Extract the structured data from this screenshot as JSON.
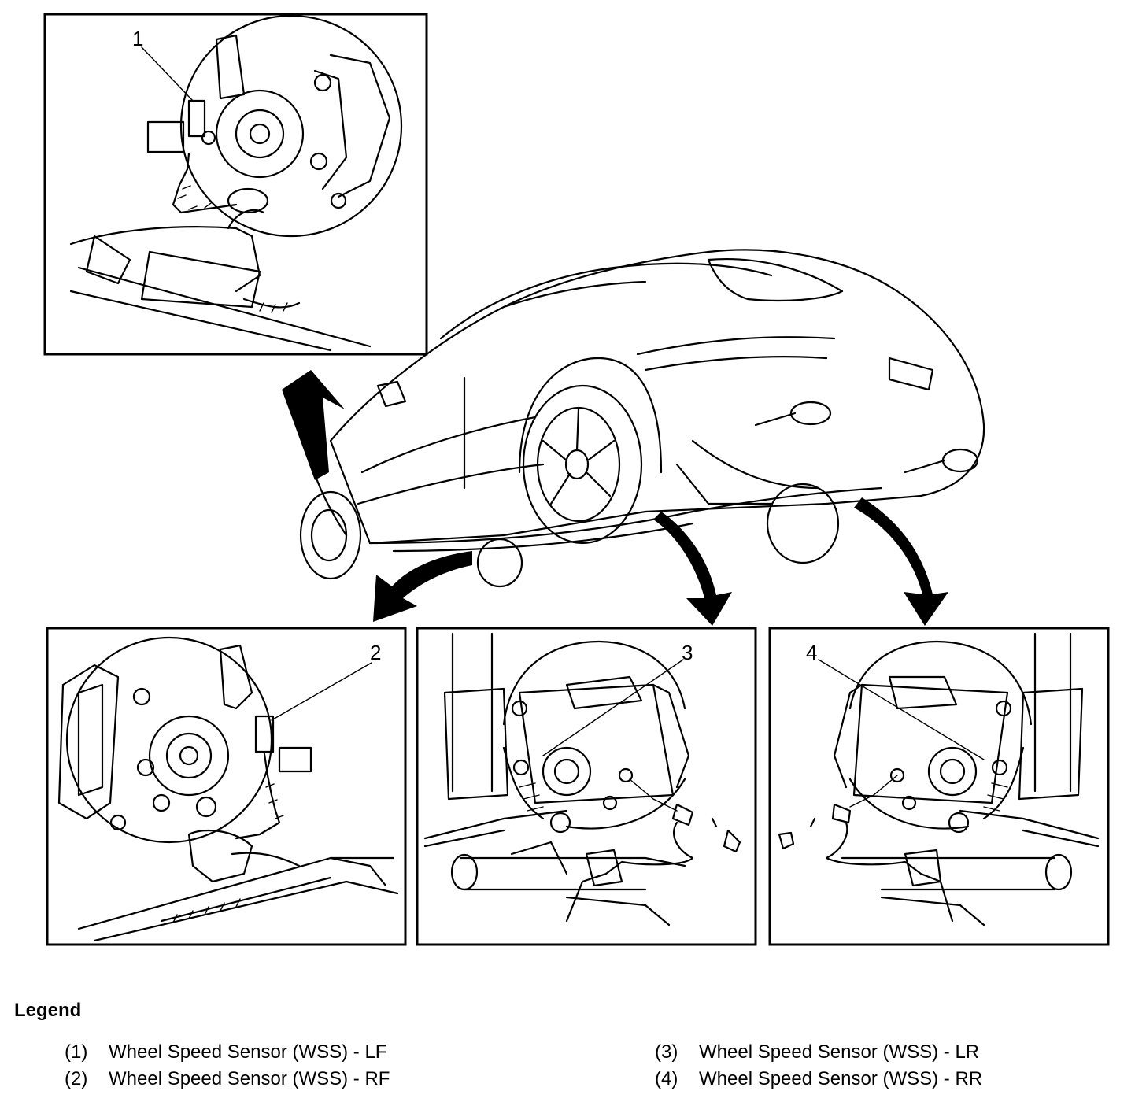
{
  "callouts": [
    {
      "id": "1",
      "label": "1"
    },
    {
      "id": "2",
      "label": "2"
    },
    {
      "id": "3",
      "label": "3"
    },
    {
      "id": "4",
      "label": "4"
    }
  ],
  "legend": {
    "title": "Legend",
    "items": [
      {
        "number": "(1)",
        "text": "Wheel Speed Sensor (WSS) - LF"
      },
      {
        "number": "(2)",
        "text": "Wheel Speed Sensor (WSS) - RF"
      },
      {
        "number": "(3)",
        "text": "Wheel Speed Sensor (WSS) - LR"
      },
      {
        "number": "(4)",
        "text": "Wheel Speed Sensor (WSS) - RR"
      }
    ]
  }
}
